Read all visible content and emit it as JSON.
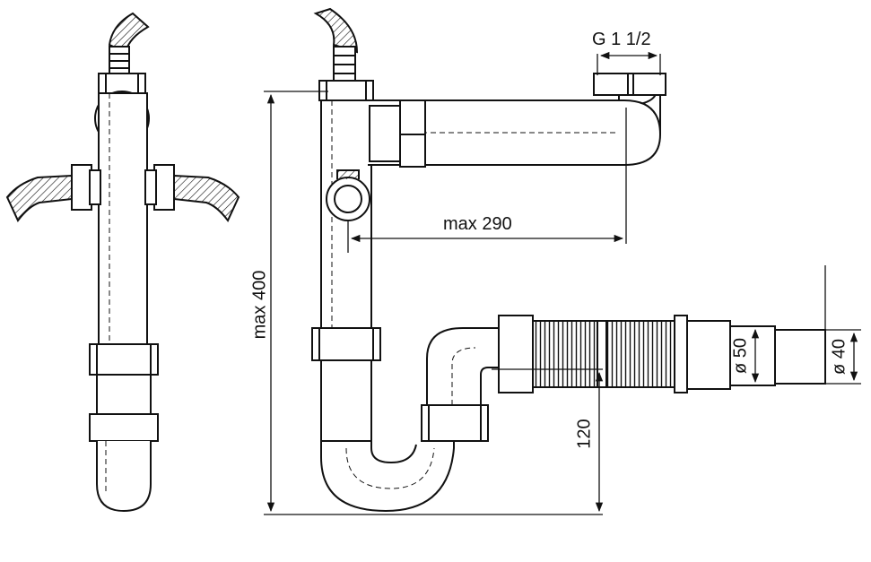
{
  "diagram": {
    "dimensions": {
      "thread": "G 1 1/2",
      "horizontal_reach": "max 290",
      "total_height": "max 400",
      "outlet_height": "120",
      "hose_diameter": "ø 50",
      "outlet_diameter": "ø 40"
    },
    "colors": {
      "line": "#111111",
      "background": "#ffffff"
    }
  }
}
